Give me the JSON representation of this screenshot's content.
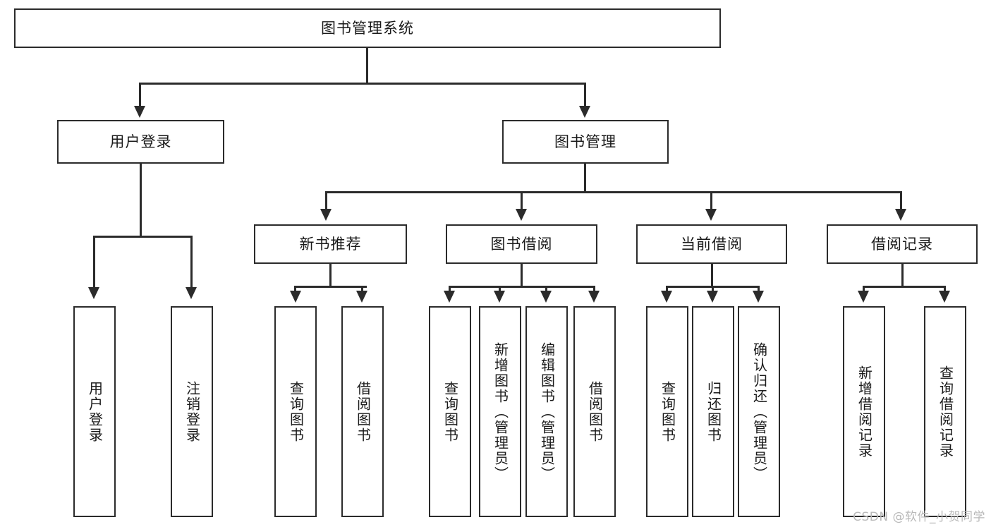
{
  "diagram": {
    "title": "图书管理系统",
    "root": {
      "label": "图书管理系统"
    },
    "level1": [
      {
        "label": "用户登录"
      },
      {
        "label": "图书管理"
      }
    ],
    "level2": [
      {
        "label": "新书推荐"
      },
      {
        "label": "图书借阅"
      },
      {
        "label": "当前借阅"
      },
      {
        "label": "借阅记录"
      }
    ],
    "leaves": {
      "user_login": [
        {
          "label": "用户登录"
        },
        {
          "label": "注销登录"
        }
      ],
      "new_book_recommend": [
        {
          "label": "查询图书"
        },
        {
          "label": "借阅图书"
        }
      ],
      "book_borrow": [
        {
          "label": "查询图书"
        },
        {
          "label": "新增图书（管理员）"
        },
        {
          "label": "编辑图书（管理员）"
        },
        {
          "label": "借阅图书"
        }
      ],
      "current_borrow": [
        {
          "label": "查询图书"
        },
        {
          "label": "归还图书"
        },
        {
          "label": "确认归还（管理员）"
        }
      ],
      "borrow_record": [
        {
          "label": "新增借阅记录"
        },
        {
          "label": "查询借阅记录"
        }
      ]
    }
  },
  "watermark": {
    "text": "CSDN @软件_小贺同学"
  },
  "colors": {
    "stroke": "#2b2b2b",
    "background": "#ffffff",
    "text": "#1a1a1a",
    "watermark": "#b9b9b9"
  }
}
